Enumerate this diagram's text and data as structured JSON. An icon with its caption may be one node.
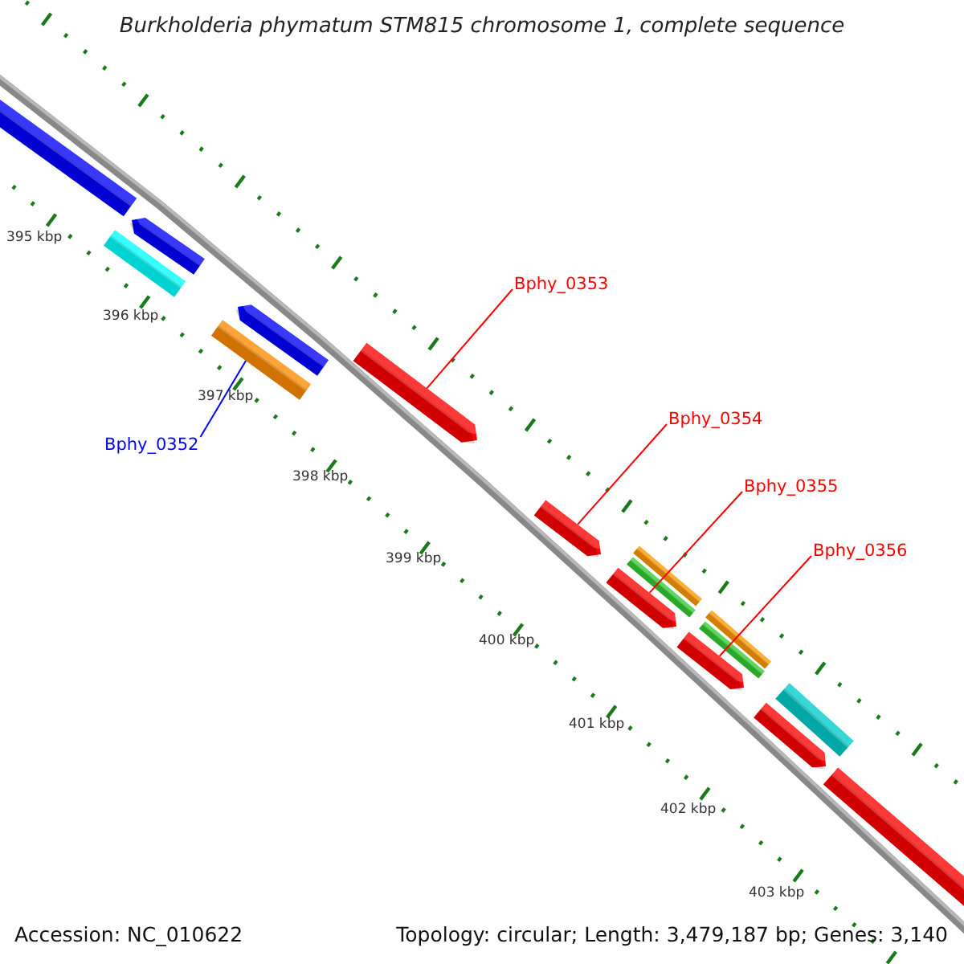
{
  "diagram": {
    "title": "Burkholderia phymatum STM815 chromosome 1, complete sequence",
    "nodes": [
      {
        "text": [],
        "shape": "arrow"
      },
      {
        "text": [],
        "shape": "arrow"
      },
      {
        "text": [],
        "shape": "box"
      },
      {
        "text": [],
        "shape": "arrow"
      },
      {
        "text": [],
        "shape": "box"
      },
      {
        "text": [],
        "shape": "arrow"
      },
      {
        "text": [],
        "shape": "arrow"
      },
      {
        "text": [],
        "shape": "arrow"
      },
      {
        "text": [],
        "shape": "arrow"
      },
      {
        "text": [],
        "shape": "arrow"
      },
      {
        "text": [],
        "shape": "arrow"
      },
      {
        "text": [],
        "shape": "box"
      },
      {
        "text": [],
        "shape": "box"
      },
      {
        "text": [],
        "shape": "box"
      },
      {
        "text": [],
        "shape": "box"
      },
      {
        "text": [],
        "shape": "box"
      },
      {
        "text": [
          "Bphy_0352"
        ]
      },
      {
        "text": [
          "Bphy_0353"
        ]
      },
      {
        "text": [
          "Bphy_0354"
        ]
      },
      {
        "text": [
          "Bphy_0355"
        ]
      },
      {
        "text": [
          "Bphy_0356"
        ]
      }
    ],
    "edges": [
      {
        "from": 16,
        "to": 4,
        "arrow": "none",
        "color": "#0000ff"
      },
      {
        "from": 17,
        "to": 5,
        "arrow": "none"
      },
      {
        "from": 18,
        "to": 6,
        "arrow": "none"
      },
      {
        "from": 19,
        "to": 7,
        "arrow": "none"
      },
      {
        "from": 20,
        "to": 8,
        "arrow": "none"
      }
    ],
    "labels": [
      "395 kbp",
      "396 kbp",
      "397 kbp",
      "398 kbp",
      "399 kbp",
      "400 kbp",
      "401 kbp",
      "402 kbp",
      "403 kbp",
      "Accession: NC_010622",
      "Topology: circular; Length: 3,479,187 bp; Genes: 3,140"
    ]
  }
}
